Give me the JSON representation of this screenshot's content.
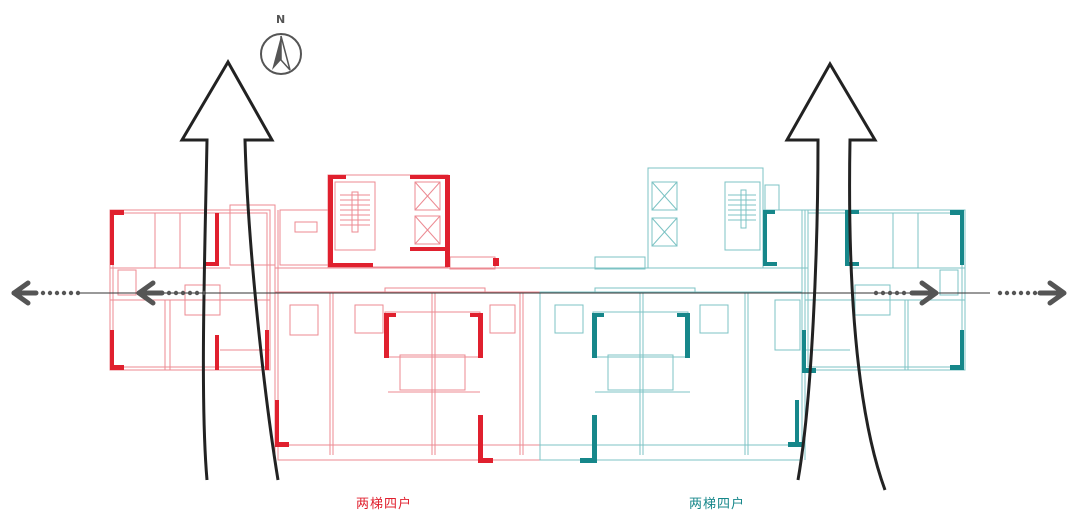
{
  "diagram": {
    "title": "Floor plan ventilation diagram",
    "colors": {
      "left_unit": "#e0202e",
      "left_unit_light": "#ec8a92",
      "right_unit": "#16878a",
      "right_unit_light": "#7cc3c4",
      "arrow": "#555555",
      "airflow": "#222222"
    },
    "compass": {
      "label": "N",
      "icon": "north-arrow-icon"
    },
    "labels": {
      "left": "两梯四户",
      "right": "两梯四户"
    },
    "arrows": {
      "horizontal": [
        "left-cross-ventilation-arrow",
        "right-cross-ventilation-arrow"
      ],
      "vertical": [
        "left-north-south-airflow-arrow",
        "right-north-south-airflow-arrow"
      ]
    }
  }
}
